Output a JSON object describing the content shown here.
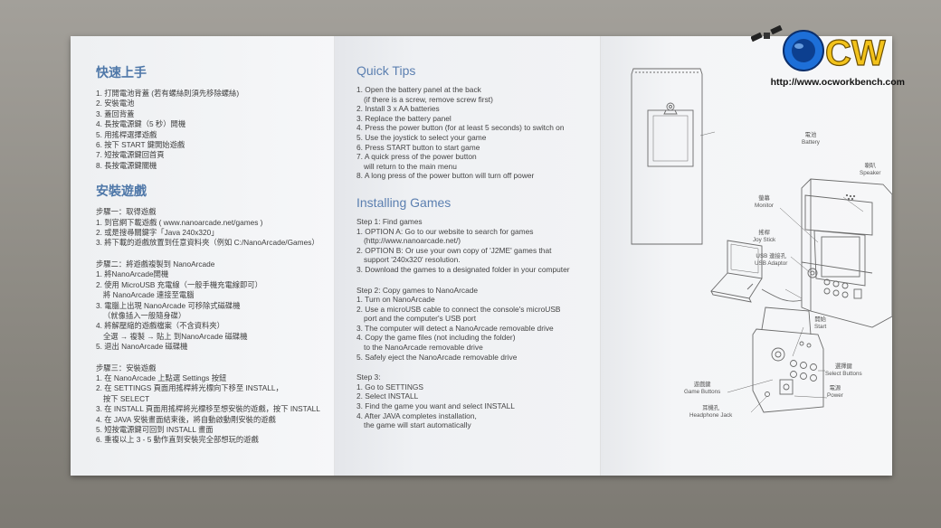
{
  "left_panel": {
    "title": "快速上手",
    "quick_steps": [
      "1. 打開電池背蓋 (若有螺絲則須先移除螺絲)",
      "2. 安裝電池",
      "3. 蓋回背蓋",
      "4. 長按電源鍵（5 秒）開機",
      "5. 用搖桿選擇遊戲",
      "6. 按下 START 鍵開始遊戲",
      "7. 短按電源鍵回首頁",
      "8. 長按電源鍵關機"
    ],
    "install_title": "安裝遊戲",
    "step1": {
      "heading": "步驟一：取得遊戲",
      "lines": [
        "1. 到官網下載遊戲 ( www.nanoarcade.net/games )",
        "2. 或是搜尋關鍵字「Java 240x320」",
        "3. 將下載的遊戲放置到任意資料夾（例如 C:/NanoArcade/Games）"
      ]
    },
    "step2": {
      "heading": "步驟二：將遊戲複製到 NanoArcade",
      "lines": [
        "1. 將NanoArcade開機",
        "2. 使用 MicroUSB 充電線（一般手機充電線即可）",
        "將 NanoArcade 連接至電腦",
        "3. 電腦上出現 NanoArcade 可移除式磁碟機",
        "（就像插入一般隨身碟）",
        "4. 將解壓縮的遊戲檔案（不含資料夾）",
        "全選 → 複製 → 貼上 到NanoArcade 磁碟機",
        "5. 退出 NanoArcade 磁碟機"
      ]
    },
    "step3": {
      "heading": "步驟三：安裝遊戲",
      "lines": [
        "1. 在 NanoArcade 上點選 Settings 按鈕",
        "2. 在 SETTINGS 頁面用搖桿將光標向下移至 INSTALL，",
        "按下 SELECT",
        "3. 在 INSTALL 頁面用搖桿將光標移至想安裝的遊戲，按下 INSTALL",
        "4. 在 JAVA 安裝畫面結束後，將自動啟動剛安裝的遊戲",
        "5. 短按電源鍵可回到 INSTALL 畫面",
        "6. 重複以上 3 - 5 動作直到安裝完全部想玩的遊戲"
      ]
    }
  },
  "middle_panel": {
    "quick_title": "Quick Tips",
    "quick_steps": [
      "1. Open the battery panel at the back",
      "(if there is a screw, remove screw first)",
      "2. Install 3 x AA batteries",
      "3. Replace the battery panel",
      "4. Press the power button (for at least 5 seconds) to switch on",
      "5. Use the joystick to select your game",
      "6. Press START button to start game",
      "7. A quick press of the power button",
      "will return to the main menu",
      "8. A long press of the power button will turn off power"
    ],
    "install_title": "Installing Games",
    "step1": {
      "heading": "Step 1: Find games",
      "lines": [
        "1. OPTION A: Go to our website to search for games",
        "(http://www.nanoarcade.net/)",
        "2. OPTION B: Or use your own copy of 'J2ME' games that",
        "support '240x320' resolution.",
        "3. Download the games to a designated folder in your computer"
      ]
    },
    "step2": {
      "heading": "Step 2: Copy games to NanoArcade",
      "lines": [
        "1. Turn on NanoArcade",
        "2. Use a microUSB cable to connect the console's microUSB",
        "port and the computer's USB port",
        "3. The computer will detect a NanoArcade removable drive",
        "4. Copy the game files (not including the folder)",
        "to the NanoArcade removable drive",
        "5. Safely eject the NanoArcade removable drive"
      ]
    },
    "step3": {
      "heading": "Step 3:",
      "lines": [
        "1. Go to SETTINGS",
        "2. Select INSTALL",
        "3. Find the game you want and select INSTALL",
        "4. After JAVA completes installation,",
        "the game will start automatically"
      ]
    }
  },
  "diagram_labels": {
    "battery_cn": "電池",
    "battery_en": "Battery",
    "speaker_cn": "喇叭",
    "speaker_en": "Speaker",
    "monitor_cn": "螢幕",
    "monitor_en": "Monitor",
    "joystick_cn": "搖桿",
    "joystick_en": "Joy Stick",
    "usb_cn": "USB 連接孔",
    "usb_en": "USB Adaptor",
    "start_cn": "開始",
    "start_en": "Start",
    "select_cn": "選擇鍵",
    "select_en": "Select Buttons",
    "game_cn": "遊戲鍵",
    "game_en": "Game Buttons",
    "power_cn": "電源",
    "power_en": "Power",
    "jack_cn": "耳機孔",
    "jack_en": "Headphone Jack"
  },
  "watermark": {
    "logo_text": "OCW",
    "url": "http://www.ocworkbench.com"
  },
  "colors": {
    "heading_blue": "#4e77a8",
    "logo_blue": "#1d6fd8",
    "logo_yellow": "#f2c21b"
  }
}
